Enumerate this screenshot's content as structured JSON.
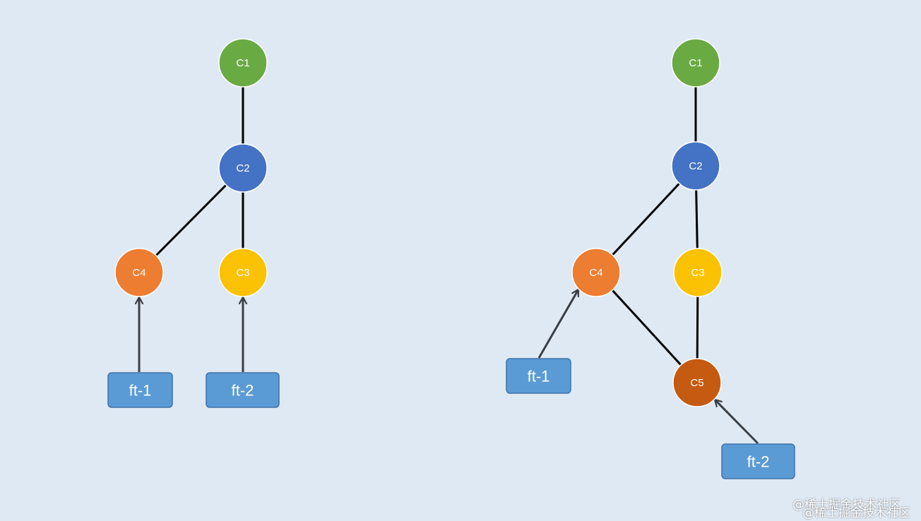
{
  "colors": {
    "background": "#dfe9f4",
    "c1": "#6aaa43",
    "c2": "#4472c4",
    "c3": "#fbc204",
    "c4": "#ed7d31",
    "c5": "#c55a11",
    "branch_fill": "#5b9bd5",
    "branch_border": "#3f73a8",
    "edge": "#000000",
    "arrow": "#3a3f44"
  },
  "left_diagram": {
    "nodes": [
      {
        "id": "c1",
        "label": "C1",
        "color_key": "c1"
      },
      {
        "id": "c2",
        "label": "C2",
        "color_key": "c2"
      },
      {
        "id": "c4",
        "label": "C4",
        "color_key": "c4"
      },
      {
        "id": "c3",
        "label": "C3",
        "color_key": "c3"
      }
    ],
    "edges": [
      [
        "c1",
        "c2"
      ],
      [
        "c2",
        "c4"
      ],
      [
        "c2",
        "c3"
      ]
    ],
    "branches": [
      {
        "id": "ft1",
        "label": "ft-1",
        "points_to": "c4"
      },
      {
        "id": "ft2",
        "label": "ft-2",
        "points_to": "c3"
      }
    ]
  },
  "right_diagram": {
    "nodes": [
      {
        "id": "c1",
        "label": "C1",
        "color_key": "c1"
      },
      {
        "id": "c2",
        "label": "C2",
        "color_key": "c2"
      },
      {
        "id": "c4",
        "label": "C4",
        "color_key": "c4"
      },
      {
        "id": "c3",
        "label": "C3",
        "color_key": "c3"
      },
      {
        "id": "c5",
        "label": "C5",
        "color_key": "c5"
      }
    ],
    "edges": [
      [
        "c1",
        "c2"
      ],
      [
        "c2",
        "c4"
      ],
      [
        "c2",
        "c3"
      ],
      [
        "c4",
        "c5"
      ],
      [
        "c3",
        "c5"
      ]
    ],
    "branches": [
      {
        "id": "ft1",
        "label": "ft-1",
        "points_to": "c4"
      },
      {
        "id": "ft2",
        "label": "ft-2",
        "points_to": "c5"
      }
    ]
  },
  "watermark": {
    "text": "@稀土掘金技术社区"
  }
}
